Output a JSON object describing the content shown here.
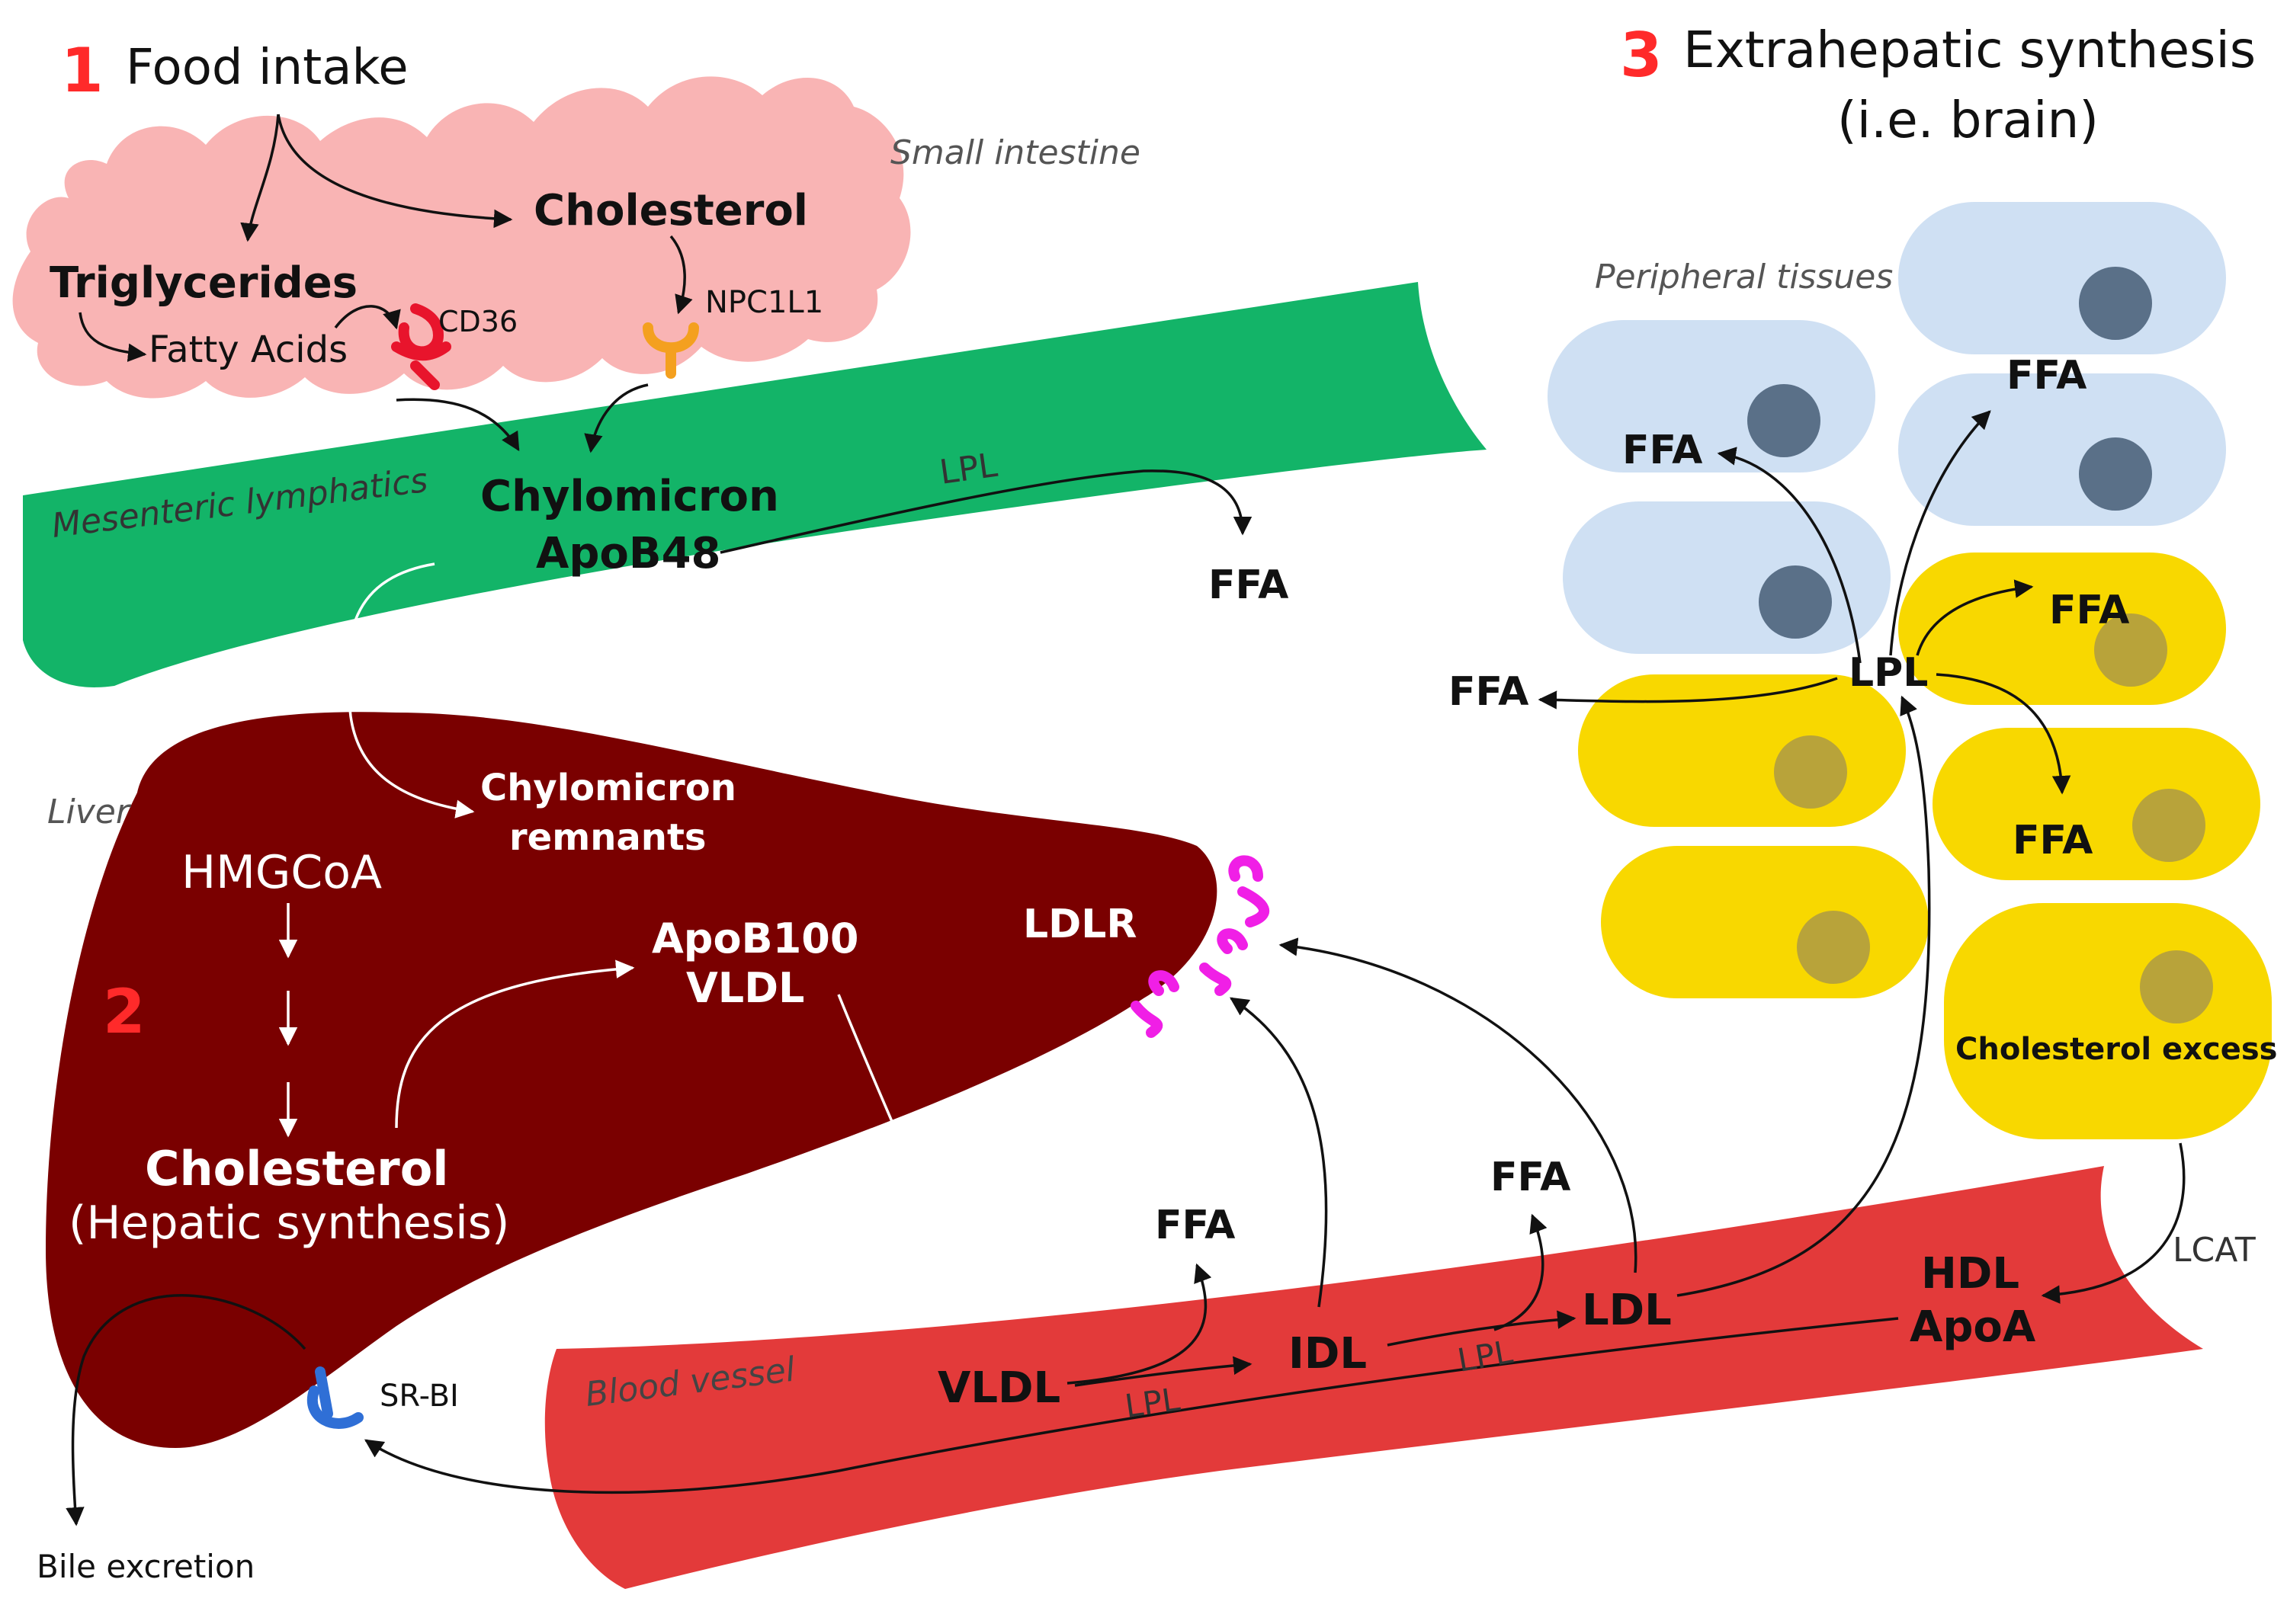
{
  "section1": {
    "number": "1",
    "title": "Food intake"
  },
  "section2": {
    "number": "2"
  },
  "section3": {
    "number": "3",
    "title_line1": "Extrahepatic synthesis",
    "title_line2": "(i.e. brain)"
  },
  "intestine": {
    "label": "Small intestine",
    "cholesterol": "Cholesterol",
    "triglycerides": "Triglycerides",
    "fatty_acids": "Fatty Acids",
    "cd36": "CD36",
    "npc1l1": "NPC1L1"
  },
  "lymphatics": {
    "label": "Mesenteric lymphatics",
    "chylomicron": "Chylomicron",
    "apob48": "ApoB48",
    "lpl": "LPL",
    "ffa": "FFA"
  },
  "liver": {
    "label": "Liver",
    "hmgcoa": "HMGCoA",
    "cholesterol": "Cholesterol",
    "hepatic": "(Hepatic synthesis)",
    "remnants_line1": "Chylomicron",
    "remnants_line2": "remnants",
    "apob100": "ApoB100",
    "vldl": "VLDL",
    "ldlr": "LDLR",
    "srbi": "SR-BI",
    "bile": "Bile excretion"
  },
  "blood": {
    "label": "Blood vessel",
    "vldl": "VLDL",
    "idl": "IDL",
    "ldl": "LDL",
    "hdl": "HDL",
    "apoa": "ApoA",
    "ffa": "FFA",
    "lpl": "LPL",
    "lcat": "LCAT"
  },
  "peripheral": {
    "label": "Peripheral tissues",
    "lpl": "LPL",
    "ffa": "FFA",
    "excess": "Cholesterol excess"
  },
  "colors": {
    "intestine": "#f9b4b4",
    "lymph": "#13b468",
    "liver": "#7a0000",
    "blood": "#e33a3a",
    "cell_blue": "#cfe0f3",
    "nucleus_blue": "#5a7088",
    "cell_yellow": "#f8d800",
    "nucleus_yellow": "#b8a33a",
    "cd36": "#e8142c",
    "npc1l1": "#f4a01f",
    "ldlr": "#f01fe6",
    "srbi": "#2f6fd6",
    "numbers": "#ff2a2a"
  }
}
